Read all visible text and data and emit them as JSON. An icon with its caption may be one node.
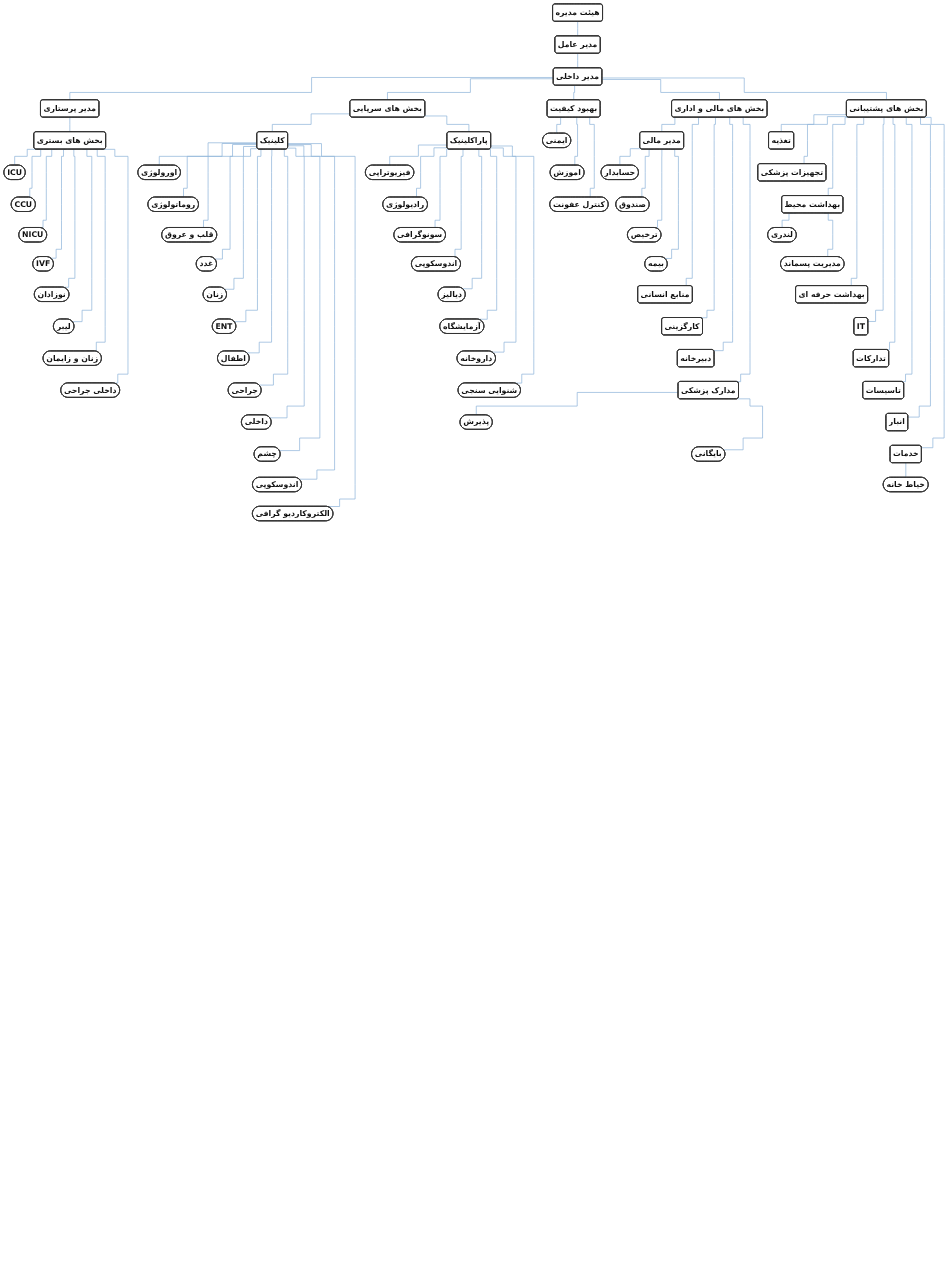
{
  "diagram": {
    "nodes": [
      {
        "text": [
          "هیئت مدیره"
        ]
      },
      {
        "text": [
          "مدیر عامل"
        ]
      },
      {
        "text": [
          "مدیر داخلی"
        ]
      },
      {
        "text": [
          "مدیر پرستاری"
        ]
      },
      {
        "text": [
          "بهبود کیفیت"
        ]
      },
      {
        "text": [
          "بخش های مالی و اداری"
        ]
      },
      {
        "text": [
          "بخش های پشتیبانی"
        ]
      },
      {
        "text": [
          "بخش های سرپایی"
        ]
      },
      {
        "text": [
          "بخش های بستری"
        ]
      },
      {
        "text": [
          "ICU"
        ]
      },
      {
        "text": [
          "CCU"
        ]
      },
      {
        "text": [
          "NICU"
        ]
      },
      {
        "text": [
          "IVF"
        ]
      },
      {
        "text": [
          "نوزادان"
        ]
      },
      {
        "text": [
          "لیبر"
        ]
      },
      {
        "text": [
          "زنان و زایمان"
        ]
      },
      {
        "text": [
          "داخلی جراحی"
        ]
      },
      {
        "text": [
          "کلینیک"
        ]
      },
      {
        "text": [
          "اورولوژی"
        ]
      },
      {
        "text": [
          "روماتولوژی"
        ]
      },
      {
        "text": [
          "قلب و عروق"
        ]
      },
      {
        "text": [
          "غدد"
        ]
      },
      {
        "text": [
          "زنان"
        ]
      },
      {
        "text": [
          "ENT"
        ]
      },
      {
        "text": [
          "اطفال"
        ]
      },
      {
        "text": [
          "جراحی"
        ]
      },
      {
        "text": [
          "داخلی"
        ]
      },
      {
        "text": [
          "چشم"
        ]
      },
      {
        "text": [
          "اندوسکوپی"
        ]
      },
      {
        "text": [
          "الکتروکاردیو گرافی"
        ]
      },
      {
        "text": [
          "پاراکلینیک"
        ]
      },
      {
        "text": [
          "فیزیوتراپی"
        ]
      },
      {
        "text": [
          "رادیولوژی"
        ]
      },
      {
        "text": [
          "سونوگرافی"
        ]
      },
      {
        "text": [
          "اندوسکوپی"
        ]
      },
      {
        "text": [
          "دیالیز"
        ]
      },
      {
        "text": [
          "آزمایشگاه"
        ]
      },
      {
        "text": [
          "داروخانه"
        ]
      },
      {
        "text": [
          "شنوایی سنجی"
        ]
      },
      {
        "text": [
          "ایمنی"
        ]
      },
      {
        "text": [
          "اموزش"
        ]
      },
      {
        "text": [
          "کنترل عفونت"
        ]
      },
      {
        "text": [
          "مدیر مالی"
        ]
      },
      {
        "text": [
          "حسابدار"
        ]
      },
      {
        "text": [
          "صندوق"
        ]
      },
      {
        "text": [
          "ترخیص"
        ]
      },
      {
        "text": [
          "بیمه"
        ]
      },
      {
        "text": [
          "منابع انسانی"
        ]
      },
      {
        "text": [
          "کارگزینی"
        ]
      },
      {
        "text": [
          "دبیرخانه"
        ]
      },
      {
        "text": [
          "مدارک پزشکی"
        ]
      },
      {
        "text": [
          "پذیرش"
        ]
      },
      {
        "text": [
          "بایگانی"
        ]
      },
      {
        "text": [
          "تغذیه"
        ]
      },
      {
        "text": [
          "تجهیزات پزشکی"
        ]
      },
      {
        "text": [
          "بهداشت محیط"
        ]
      },
      {
        "text": [
          "لندری"
        ]
      },
      {
        "text": [
          "مدیریت پسماند"
        ]
      },
      {
        "text": [
          "بهداشت حرفه ای"
        ]
      },
      {
        "text": [
          "IT"
        ]
      },
      {
        "text": [
          "تدارکات"
        ]
      },
      {
        "text": [
          "تاسیسات"
        ]
      },
      {
        "text": [
          "انبار"
        ]
      },
      {
        "text": [
          "خدمات"
        ]
      },
      {
        "text": [
          "خیاط خانه"
        ]
      }
    ],
    "edges": [
      {
        "from": 0,
        "to": 1,
        "arrow": "none"
      },
      {
        "from": 1,
        "to": 2,
        "arrow": "none"
      },
      {
        "from": 2,
        "to": 3,
        "arrow": "none"
      },
      {
        "from": 2,
        "to": 7,
        "arrow": "none"
      },
      {
        "from": 2,
        "to": 4,
        "arrow": "none"
      },
      {
        "from": 2,
        "to": 5,
        "arrow": "none"
      },
      {
        "from": 2,
        "to": 6,
        "arrow": "none"
      },
      {
        "from": 3,
        "to": 8,
        "arrow": "none"
      },
      {
        "from": 8,
        "to": 9,
        "arrow": "none"
      },
      {
        "from": 8,
        "to": 10,
        "arrow": "none"
      },
      {
        "from": 8,
        "to": 11,
        "arrow": "none"
      },
      {
        "from": 8,
        "to": 12,
        "arrow": "none"
      },
      {
        "from": 8,
        "to": 13,
        "arrow": "none"
      },
      {
        "from": 8,
        "to": 14,
        "arrow": "none"
      },
      {
        "from": 8,
        "to": 15,
        "arrow": "none"
      },
      {
        "from": 8,
        "to": 16,
        "arrow": "none"
      },
      {
        "from": 7,
        "to": 17,
        "arrow": "none"
      },
      {
        "from": 7,
        "to": 30,
        "arrow": "none"
      },
      {
        "from": 17,
        "to": 18,
        "arrow": "none"
      },
      {
        "from": 17,
        "to": 19,
        "arrow": "none"
      },
      {
        "from": 17,
        "to": 20,
        "arrow": "none"
      },
      {
        "from": 17,
        "to": 21,
        "arrow": "none"
      },
      {
        "from": 17,
        "to": 22,
        "arrow": "none"
      },
      {
        "from": 17,
        "to": 23,
        "arrow": "none"
      },
      {
        "from": 17,
        "to": 24,
        "arrow": "none"
      },
      {
        "from": 17,
        "to": 25,
        "arrow": "none"
      },
      {
        "from": 17,
        "to": 26,
        "arrow": "none"
      },
      {
        "from": 17,
        "to": 27,
        "arrow": "none"
      },
      {
        "from": 17,
        "to": 28,
        "arrow": "none"
      },
      {
        "from": 17,
        "to": 29,
        "arrow": "none"
      },
      {
        "from": 30,
        "to": 31,
        "arrow": "none"
      },
      {
        "from": 30,
        "to": 32,
        "arrow": "none"
      },
      {
        "from": 30,
        "to": 33,
        "arrow": "none"
      },
      {
        "from": 30,
        "to": 34,
        "arrow": "none"
      },
      {
        "from": 30,
        "to": 35,
        "arrow": "none"
      },
      {
        "from": 30,
        "to": 36,
        "arrow": "none"
      },
      {
        "from": 30,
        "to": 37,
        "arrow": "none"
      },
      {
        "from": 30,
        "to": 38,
        "arrow": "none"
      },
      {
        "from": 4,
        "to": 39,
        "arrow": "none"
      },
      {
        "from": 4,
        "to": 40,
        "arrow": "none"
      },
      {
        "from": 4,
        "to": 41,
        "arrow": "none"
      },
      {
        "from": 5,
        "to": 42,
        "arrow": "none"
      },
      {
        "from": 42,
        "to": 43,
        "arrow": "none"
      },
      {
        "from": 42,
        "to": 44,
        "arrow": "none"
      },
      {
        "from": 42,
        "to": 45,
        "arrow": "none"
      },
      {
        "from": 42,
        "to": 46,
        "arrow": "none"
      },
      {
        "from": 5,
        "to": 47,
        "arrow": "none"
      },
      {
        "from": 5,
        "to": 48,
        "arrow": "none"
      },
      {
        "from": 5,
        "to": 49,
        "arrow": "none"
      },
      {
        "from": 5,
        "to": 50,
        "arrow": "none"
      },
      {
        "from": 50,
        "to": 51,
        "arrow": "none"
      },
      {
        "from": 50,
        "to": 52,
        "arrow": "none"
      },
      {
        "from": 6,
        "to": 53,
        "arrow": "none"
      },
      {
        "from": 6,
        "to": 54,
        "arrow": "none"
      },
      {
        "from": 6,
        "to": 55,
        "arrow": "none"
      },
      {
        "from": 55,
        "to": 56,
        "arrow": "none"
      },
      {
        "from": 55,
        "to": 57,
        "arrow": "none"
      },
      {
        "from": 6,
        "to": 58,
        "arrow": "none"
      },
      {
        "from": 6,
        "to": 59,
        "arrow": "none"
      },
      {
        "from": 6,
        "to": 60,
        "arrow": "none"
      },
      {
        "from": 6,
        "to": 61,
        "arrow": "none"
      },
      {
        "from": 6,
        "to": 62,
        "arrow": "none"
      },
      {
        "from": 6,
        "to": 63,
        "arrow": "none"
      },
      {
        "from": 63,
        "to": 64,
        "arrow": "none"
      }
    ]
  }
}
